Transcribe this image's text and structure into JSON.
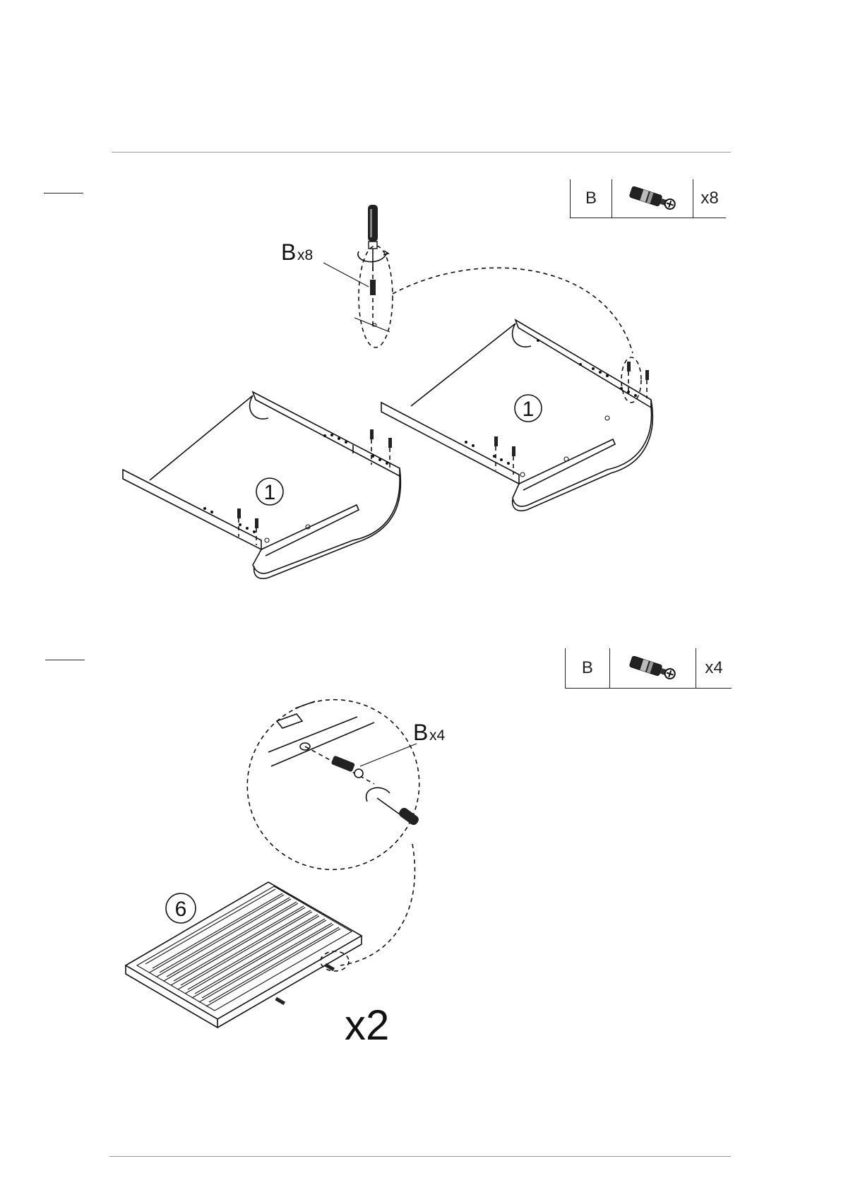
{
  "step1": {
    "parts_box": {
      "code": "B",
      "icon": "cam-bolt-icon",
      "qty": "x8"
    },
    "callout": {
      "letter": "B",
      "count": "x8"
    },
    "part_number": "1"
  },
  "step2": {
    "parts_box": {
      "code": "B",
      "icon": "cam-bolt-icon",
      "qty": "x4"
    },
    "callout": {
      "letter": "B",
      "count": "x4"
    },
    "part_number": "6",
    "repeat": "x2"
  }
}
